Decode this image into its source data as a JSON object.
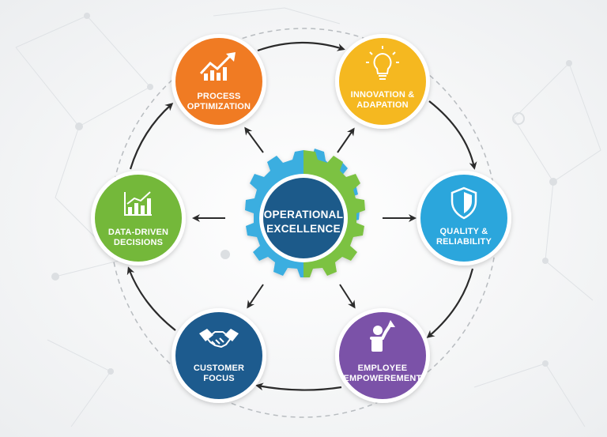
{
  "center": {
    "line1": "OPERATIONAL",
    "line2": "EXCELLENCE",
    "gear_colors": [
      "#3aaee0",
      "#7cc242"
    ],
    "core_color": "#1f5a8a"
  },
  "nodes": [
    {
      "key": "process",
      "line1": "PROCESS",
      "line2": "OPTIMIZATION",
      "color": "#f07b23",
      "icon": "growth-chart-icon"
    },
    {
      "key": "innovation",
      "line1": "INNOVATION &",
      "line2": "ADAPATION",
      "color": "#f5b820",
      "icon": "lightbulb-icon"
    },
    {
      "key": "quality",
      "line1": "QUALITY &",
      "line2": "RELIABILITY",
      "color": "#2ba6dc",
      "icon": "shield-icon"
    },
    {
      "key": "employee",
      "line1": "EMPLOYEE",
      "line2": "EMPOWEREMENT",
      "color": "#7b52a8",
      "icon": "person-raising-arm-icon"
    },
    {
      "key": "customer",
      "line1": "CUSTOMER",
      "line2": "FOCUS",
      "color": "#1d5b8e",
      "icon": "handshake-icon"
    },
    {
      "key": "data",
      "line1": "DATA-DRIVEN",
      "line2": "DECISIONS",
      "color": "#74b83a",
      "icon": "bar-chart-icon"
    }
  ],
  "colors": {
    "arrow": "#2b2b2b",
    "dashed_ring": "#b8bcc0",
    "network": "#d9dcdf"
  }
}
